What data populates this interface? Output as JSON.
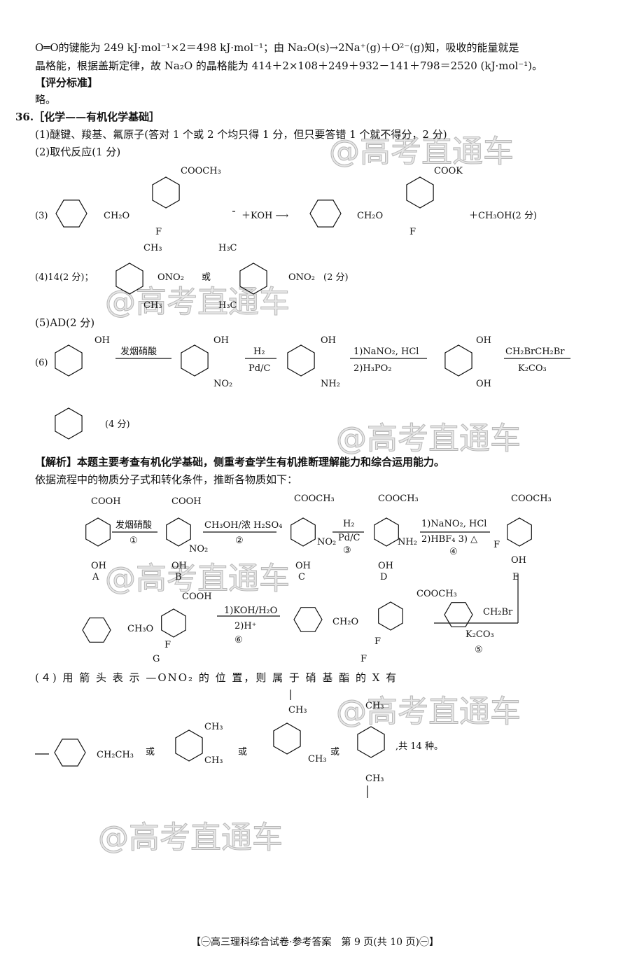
{
  "lines": {
    "l1": "O═O的键能为 249 kJ·mol⁻¹×2＝498 kJ·mol⁻¹；由 Na₂O(s)→2Na⁺(g)＋O²⁻(g)知，吸收的能量就是",
    "l2": "晶格能，根据盖斯定律，故 Na₂O 的晶格能为 414＋2×108＋249＋932－141＋798＝2520 (kJ·mol⁻¹)。",
    "l3": "【评分标准】",
    "l4": "略。",
    "l5": "36.［化学——有机化学基础］",
    "l6": "(1)醚键、羧基、氟原子(答对 1 个或 2 个均只得 1 分，但只要答错 1 个就不得分，2 分)",
    "l7": "(2)取代反应(1 分)",
    "l8": "(5)AD(2 分)",
    "l9": "【解析】本题主要考查有机化学基础，侧重考查学生有机推断理解能力和综合运用能力。",
    "l10": "依据流程中的物质分子式和转化条件，推断各物质如下：",
    "l11": "(４) 用 箭 头 表 示 —ONO₂ 的 位 置，则 属 于 硝 基 酯 的 X 有"
  },
  "chem": {
    "q3": "(3)",
    "ch2o": "CH₂O",
    "f": "F",
    "cooch3": "COOCH₃",
    "cook": "COOK",
    "koh": "＋KOH ⟶",
    "ch3oh": "＋CH₃OH(2 分)",
    "q4": "(4)14(2 分)；",
    "ch3": "CH₃",
    "h3c": "H₃C",
    "ono2": "ONO₂",
    "or": "或",
    "score2": "(2 分)",
    "q6": "(6)",
    "oh": "OH",
    "no2": "NO₂",
    "nh2": "NH₂",
    "fuming": "发烟硝酸",
    "h2": "H₂",
    "pdc": "Pd/C",
    "diaz1": "1)NaNO₂, HCl",
    "diaz2": "2)H₃PO₂",
    "bre1": "CH₂BrCH₂Br",
    "k2co3": "K₂CO₃",
    "score4": "(4 分)",
    "cooh": "COOH",
    "esterif": "CH₃OH/浓 H₂SO₄",
    "s1": "①",
    "s2": "②",
    "s3": "③",
    "s4": "④",
    "s5": "⑤",
    "s6": "⑥",
    "fl1": "1)NaNO₂, HCl",
    "fl2": "2)HBF₄ 3) △",
    "A": "A",
    "B": "B",
    "C": "C",
    "D": "D",
    "E": "E",
    "F": "F",
    "G": "G",
    "ch2br": "CH₂Br",
    "hyd1": "1)KOH/H₂O",
    "hyd2": "2)H⁺",
    "ch3o": "CH₃O",
    "ch2ch3": "CH₂CH₃",
    "total": ",共 14 种。"
  },
  "watermark": "@高考直通车",
  "footer": "【㊀高三理科综合试卷·参考答案　第 9 页(共 10 页)㊀】"
}
